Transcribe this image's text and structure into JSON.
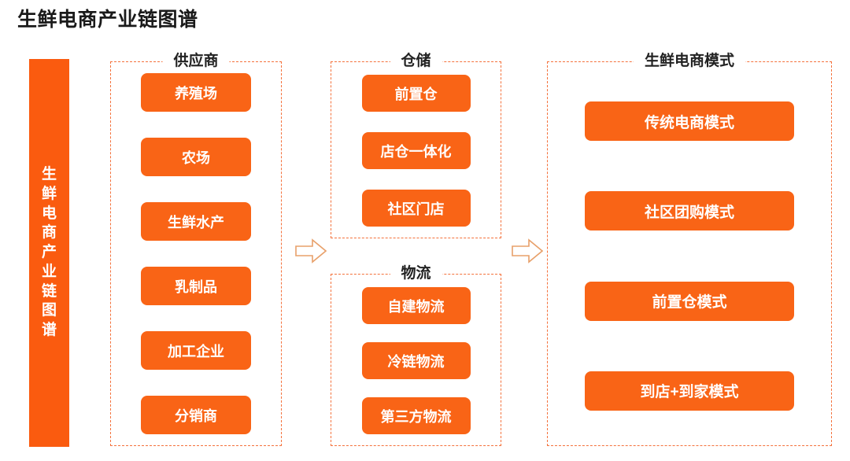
{
  "title": "生鲜电商产业链图谱",
  "spine": {
    "label": "生鲜电商产业链图谱"
  },
  "colors": {
    "chip_orange": "#F96416",
    "spine_orange": "#FA5B0F",
    "dashed_border": "#F4713B",
    "arrow_stroke": "#E8A06A",
    "title_text": "#1a1a1a",
    "chip_text": "#ffffff"
  },
  "panels": [
    {
      "key": "supplier",
      "title": "供应商",
      "items": [
        "养殖场",
        "农场",
        "生鲜水产",
        "乳制品",
        "加工企业",
        "分销商"
      ]
    },
    {
      "key": "warehouse",
      "title": "仓储",
      "items": [
        "前置仓",
        "店仓一体化",
        "社区门店"
      ]
    },
    {
      "key": "logistics",
      "title": "物流",
      "items": [
        "自建物流",
        "冷链物流",
        "第三方物流"
      ]
    },
    {
      "key": "mode",
      "title": "生鲜电商模式",
      "items": [
        "传统电商模式",
        "社区团购模式",
        "前置仓模式",
        "到店+到家模式"
      ]
    }
  ],
  "arrows": [
    {
      "key": "supplier-to-warehouse",
      "direction": "right"
    },
    {
      "key": "warehouse-to-mode",
      "direction": "right"
    }
  ]
}
